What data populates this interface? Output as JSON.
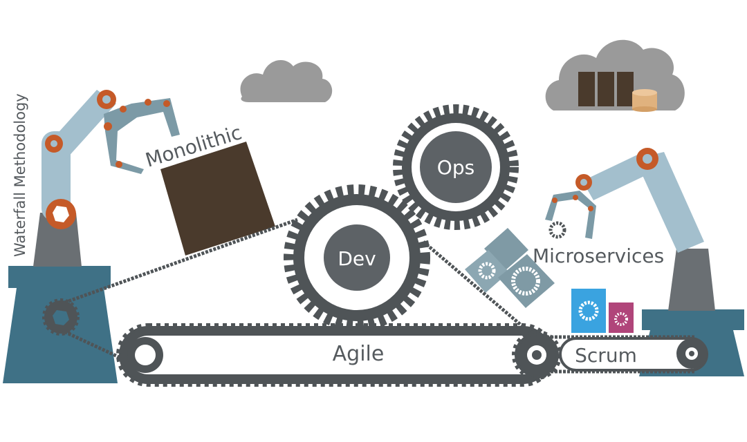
{
  "labels": {
    "waterfall": "Waterfall Methodology",
    "monolithic": "Monolithic",
    "ops": "Ops",
    "dev": "Dev",
    "microservices": "Microservices",
    "agile": "Agile",
    "scrum": "Scrum"
  },
  "colors": {
    "arm_light_blue": "#a3bfcd",
    "arm_dark_gray": "#6a6f73",
    "joint_orange": "#c55a28",
    "pedestal_teal": "#3f7186",
    "gear_dark": "#4f5457",
    "cloud_gray": "#9a9a9a",
    "monolith_brown": "#4a3a2c",
    "database_tan": "#e0b27e",
    "box_slate": "#7f9aa5",
    "box_blue": "#3aa3e0",
    "box_pink": "#b0457a",
    "text_gray": "#555a5e"
  }
}
